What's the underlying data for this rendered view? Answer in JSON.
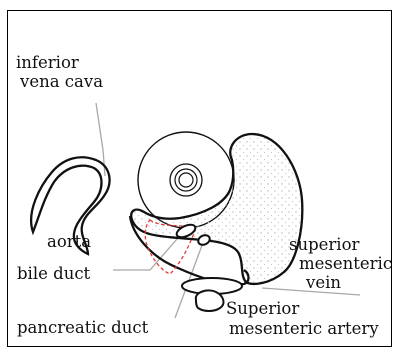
{
  "labels": {
    "inferior_vena_cava_1": "inferior",
    "inferior_vena_cava_2": "vena cava",
    "aorta": "aorta",
    "bile_duct": "bile duct",
    "pancreatic_duct": "pancreatic duct",
    "superior_mesenteric_vein_1": "superior",
    "superior_mesenteric_vein_2": "mesenteric",
    "superior_mesenteric_vein_3": "vein",
    "superior_mesenteric_artery_1": "Superior",
    "superior_mesenteric_artery_2": "mesenteric artery"
  },
  "colors": {
    "outline": "#111111",
    "leader": "#a8a8a8",
    "pancreatic_outline": "#e23a3a",
    "stipple": "#b5b5b5"
  }
}
